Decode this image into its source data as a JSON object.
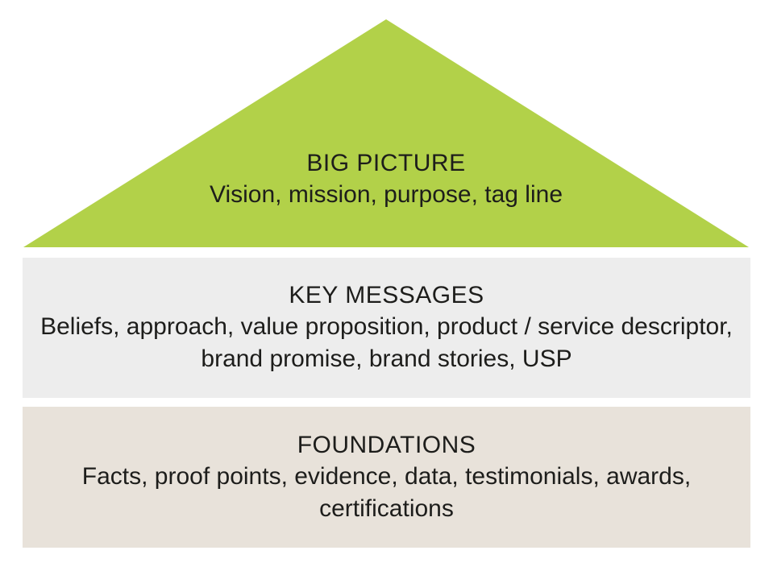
{
  "canvas": {
    "background": "#ffffff",
    "text_color": "#1d1d1b"
  },
  "pyramid": {
    "levels": [
      {
        "id": "big-picture",
        "shape": "triangle",
        "color": "#b2d149",
        "title": "BIG PICTURE",
        "description": "Vision, mission, purpose, tag line"
      },
      {
        "id": "key-messages",
        "shape": "band",
        "color": "#ededed",
        "title": "KEY MESSAGES",
        "description": "Beliefs, approach, value proposition, product / service descriptor, brand promise, brand stories, USP"
      },
      {
        "id": "foundations",
        "shape": "band",
        "color": "#e8e2da",
        "title": "FOUNDATIONS",
        "description": "Facts, proof points, evidence, data, testimonials, awards, certifications"
      }
    ]
  }
}
